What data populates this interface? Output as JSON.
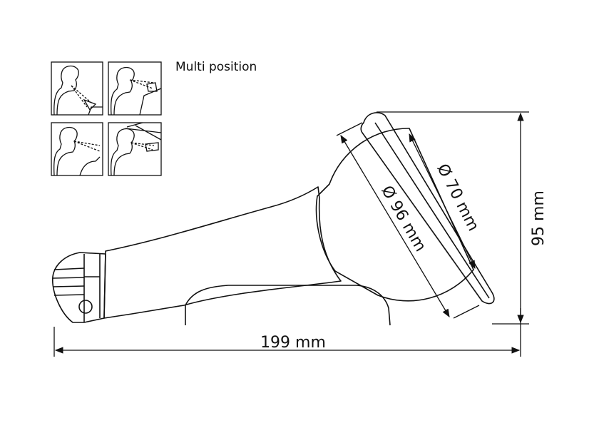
{
  "legend": {
    "label": "Multi position",
    "panel_count": 4
  },
  "dimensions": {
    "length": "199 mm",
    "height": "95 mm",
    "outer_diameter": "Ø 96 mm",
    "inner_diameter": "Ø 70 mm"
  },
  "colors": {
    "stroke": "#111111",
    "background": "#ffffff"
  }
}
